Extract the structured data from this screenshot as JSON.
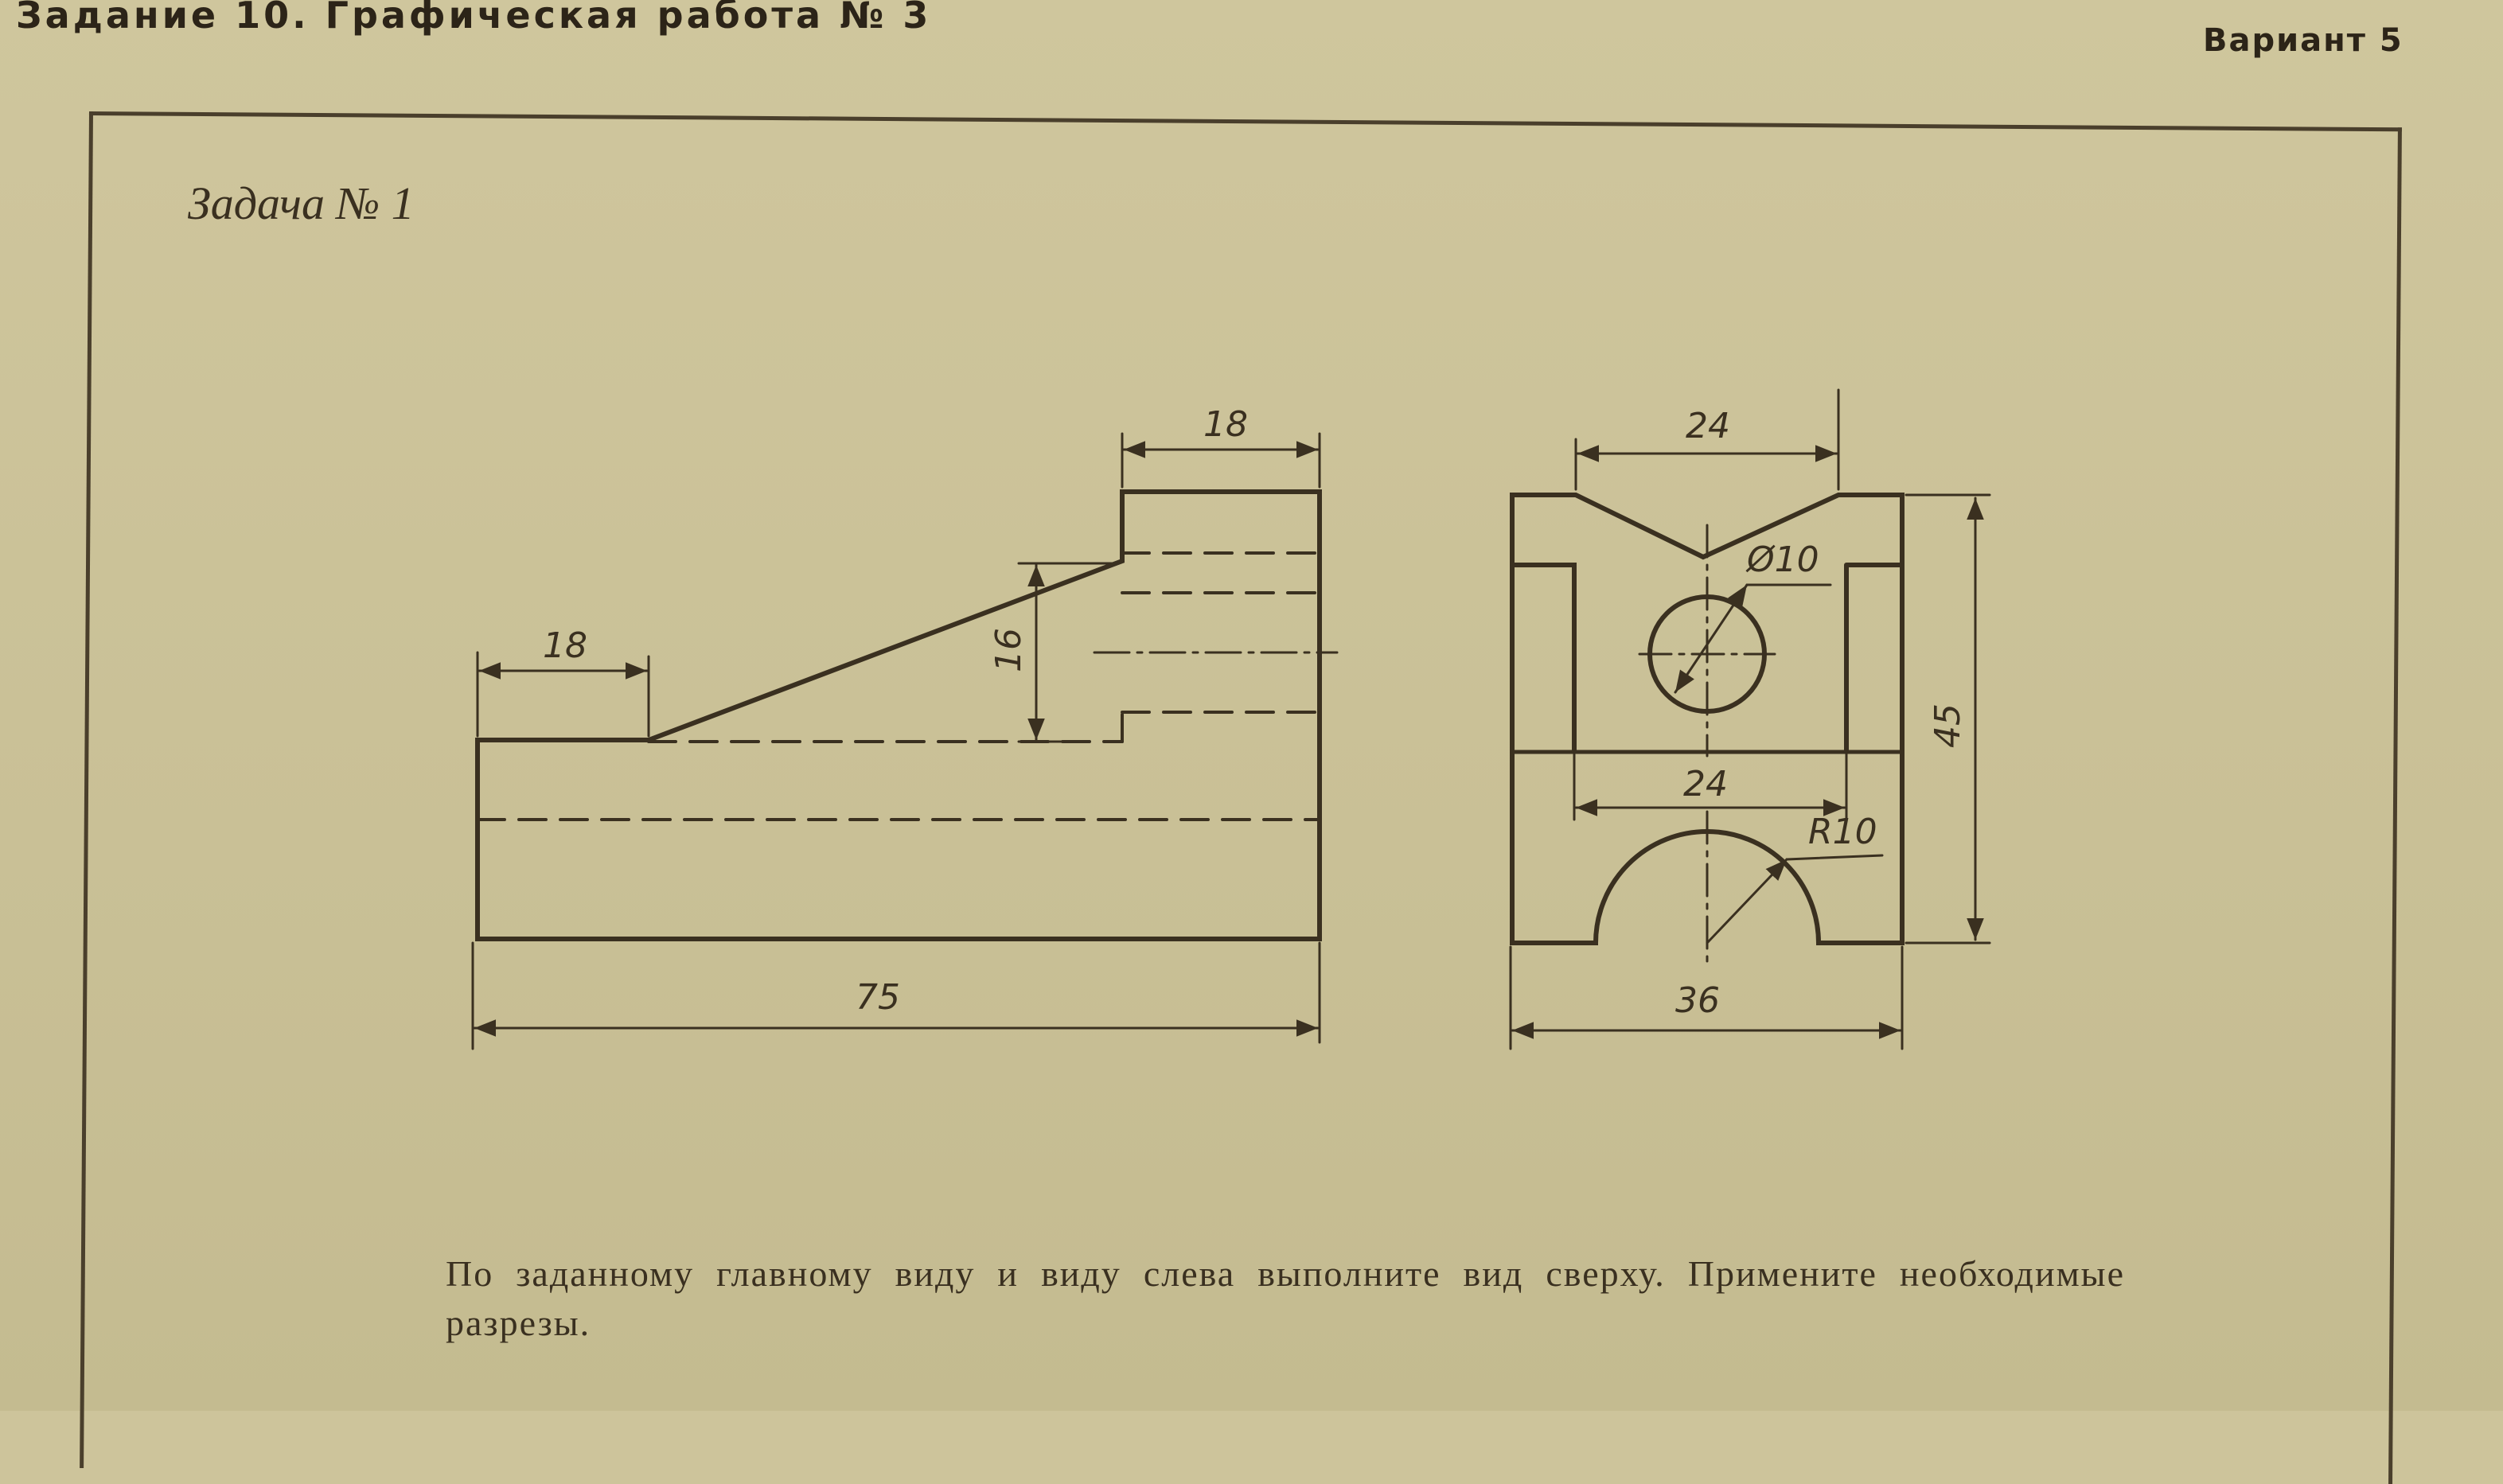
{
  "header": {
    "section_title": "Задание 10. Графическая работа № 3",
    "variant": "Вариант 5"
  },
  "task": {
    "title": "Задача № 1",
    "instruction": "По заданному главному виду и виду слева выполните вид сверху. Примените необходимые разрезы."
  },
  "front_view": {
    "dimensions": {
      "top_width": "18",
      "left_step": "18",
      "slope_height": "16",
      "overall_length": "75"
    }
  },
  "side_view": {
    "dimensions": {
      "v_notch_width": "24",
      "hole_diameter": "Ø10",
      "slot_width": "24",
      "arc_radius": "R10",
      "overall_height": "45",
      "overall_width": "36"
    }
  }
}
